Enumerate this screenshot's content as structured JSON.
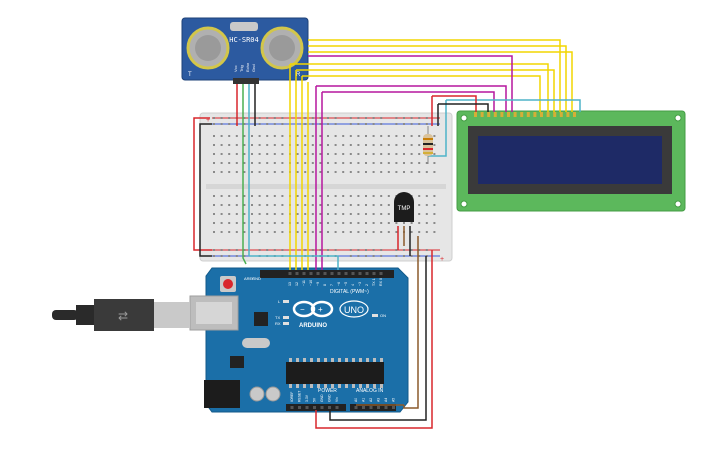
{
  "canvas": {
    "background": "#ffffff"
  },
  "sensor": {
    "model": "HC-SR04",
    "pins": [
      "Vcc",
      "Trig",
      "Echo",
      "Gnd"
    ],
    "color": "#2c5aa0"
  },
  "breadboard": {
    "color": "#e8e8e8",
    "rail_plus": "+",
    "rail_minus": "−"
  },
  "lcd": {
    "pcb_color": "#5cb85c",
    "screen_color": "#1e2a66"
  },
  "temp_sensor": {
    "label": "TMP"
  },
  "arduino": {
    "brand": "ARDUINO",
    "model": "UNO",
    "digital_label": "DIGITAL (PWM~)",
    "power_label": "POWER",
    "analog_label": "ANALOG IN",
    "aref_label": "AREF",
    "gnd_label": "GND",
    "tx_label": "TX",
    "rx_label": "RX",
    "l_label": "L",
    "on_label": "ON",
    "digital_pins": [
      "13",
      "12",
      "~11",
      "~10",
      "~9",
      "8",
      "7",
      "~6",
      "~5",
      "4",
      "~3",
      "2",
      "TX 1",
      "RX 0"
    ],
    "power_pins": [
      "IOREF",
      "RESET",
      "3.3V",
      "5V",
      "GND",
      "GND",
      "Vin"
    ],
    "analog_pins": [
      "A0",
      "A1",
      "A2",
      "A3",
      "A4",
      "A5"
    ],
    "board_color": "#1b6fa8"
  },
  "wire_colors": {
    "red": "#d9262c",
    "black": "#222222",
    "yellow": "#f2d600",
    "magenta": "#b5179e",
    "cyan": "#4fb3c8",
    "green": "#4caf50",
    "brown": "#8b5a2b"
  }
}
